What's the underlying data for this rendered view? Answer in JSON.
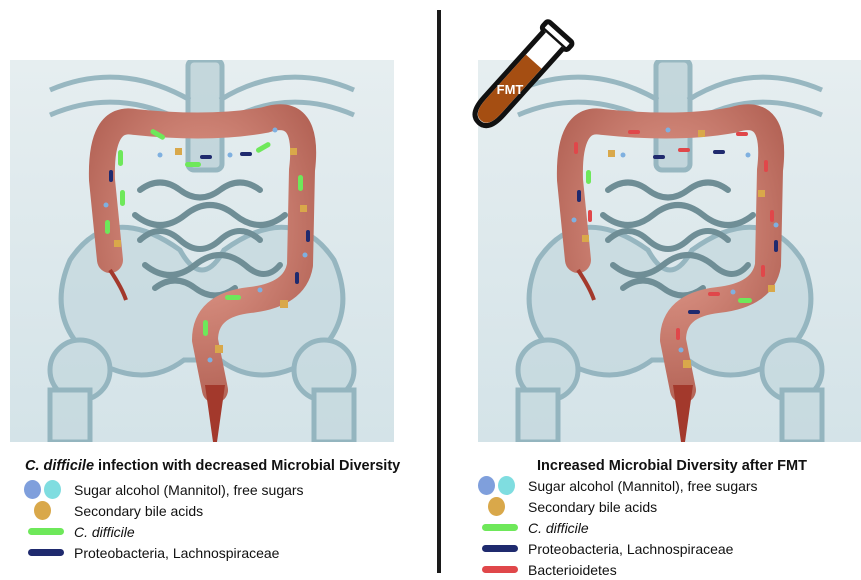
{
  "left": {
    "caption_italic": "C. difficile",
    "caption_rest": " infection with decreased Microbial Diversity",
    "legend": [
      {
        "label": "Sugar alcohol (Mannitol),  free sugars",
        "italic": false
      },
      {
        "label": "Secondary bile acids",
        "italic": false
      },
      {
        "label": "C. difficile",
        "italic": true
      },
      {
        "label": "Proteobacteria, Lachnospiraceae",
        "italic": false
      }
    ]
  },
  "right": {
    "caption": "Increased Microbial Diversity after FMT",
    "legend": [
      {
        "label": "Sugar alcohol (Mannitol),  free sugars",
        "italic": false
      },
      {
        "label": "Secondary bile acids",
        "italic": false
      },
      {
        "label": "C. difficile",
        "italic": true
      },
      {
        "label": "Proteobacteria, Lachnospiraceae",
        "italic": false
      },
      {
        "label": "Bacterioidetes",
        "italic": false
      }
    ]
  },
  "tube_label": "FMT",
  "colors": {
    "sugar_blue": "#7f9fdc",
    "sugar_cyan": "#7fdde0",
    "bile_acid": "#d9a84a",
    "c_difficile": "#6ee85a",
    "proteobacteria": "#1f2a6e",
    "bacteroidetes": "#e0474a",
    "colon": "#c9786a",
    "skeleton_bg": "#d8e6ea",
    "tube_fill": "#a54e12"
  }
}
